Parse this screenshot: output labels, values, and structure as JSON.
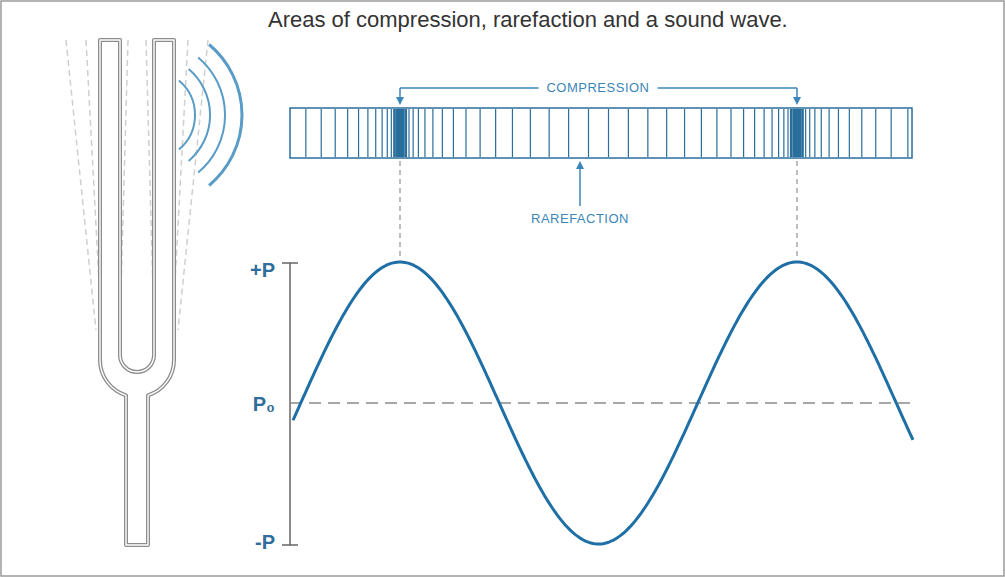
{
  "diagram": {
    "title": "Areas of compression, rarefaction and a sound wave.",
    "labels": [
      "COMPRESSION",
      "RAREFACTION",
      "+P",
      "P₀",
      "-P"
    ]
  }
}
